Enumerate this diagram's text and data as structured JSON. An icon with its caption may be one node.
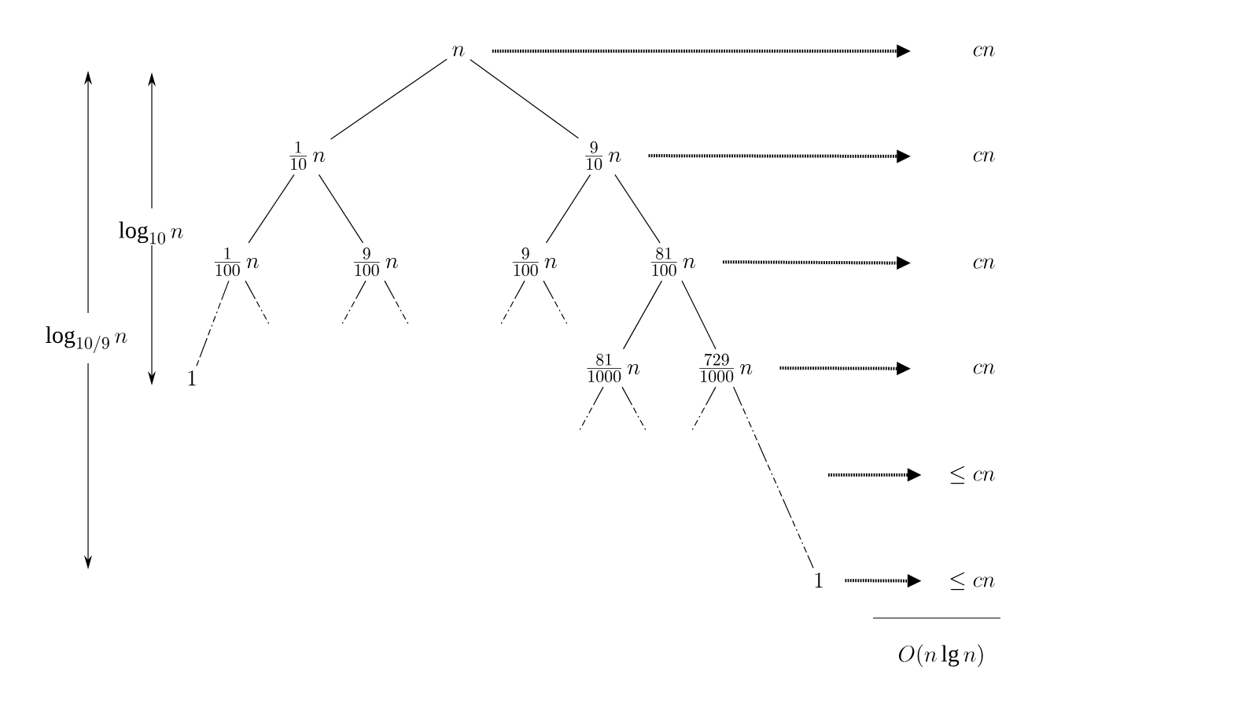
{
  "diagram": {
    "nodes": [
      {
        "text": [
          "n"
        ]
      },
      {
        "text": [
          "\\frac{1}{10}\\,n"
        ]
      },
      {
        "text": [
          "\\frac{9}{10}\\,n"
        ]
      },
      {
        "text": [
          "\\frac{1}{100}\\,n"
        ]
      },
      {
        "text": [
          "\\frac{9}{100}\\,n"
        ]
      },
      {
        "text": [
          "\\frac{9}{100}\\,n"
        ]
      },
      {
        "text": [
          "\\frac{81}{100}\\,n"
        ]
      },
      {
        "text": [
          "1"
        ]
      },
      {
        "text": [
          "\\frac{81}{1000}\\,n"
        ]
      },
      {
        "text": [
          "\\frac{729}{1000}\\,n"
        ]
      },
      {
        "text": [
          "1"
        ]
      },
      {
        "text": [
          "cn"
        ]
      },
      {
        "text": [
          "cn"
        ]
      },
      {
        "text": [
          "cn"
        ]
      },
      {
        "text": [
          "cn"
        ]
      },
      {
        "text": [
          "\\le cn"
        ]
      },
      {
        "text": [
          "\\le cn"
        ]
      }
    ],
    "edges": [
      {
        "from": 0,
        "to": 1,
        "arrow": "none"
      },
      {
        "from": 0,
        "to": 2,
        "arrow": "none"
      },
      {
        "from": 1,
        "to": 3,
        "arrow": "none"
      },
      {
        "from": 1,
        "to": 4,
        "arrow": "none"
      },
      {
        "from": 2,
        "to": 5,
        "arrow": "none"
      },
      {
        "from": 2,
        "to": 6,
        "arrow": "none"
      },
      {
        "from": 3,
        "to": 7,
        "arrow": "none",
        "style": "dashed"
      },
      {
        "from": 6,
        "to": 8,
        "arrow": "none"
      },
      {
        "from": 6,
        "to": 9,
        "arrow": "none"
      },
      {
        "from": 9,
        "to": 10,
        "arrow": "none",
        "style": "dashed"
      },
      {
        "from": 3,
        "to": null,
        "arrow": "none",
        "style": "dashed"
      },
      {
        "from": 4,
        "to": null,
        "arrow": "none",
        "style": "dashed"
      },
      {
        "from": 4,
        "to": null,
        "arrow": "none",
        "style": "dashed"
      },
      {
        "from": 5,
        "to": null,
        "arrow": "none",
        "style": "dashed"
      },
      {
        "from": 5,
        "to": null,
        "arrow": "none",
        "style": "dashed"
      },
      {
        "from": 8,
        "to": null,
        "arrow": "none",
        "style": "dashed"
      },
      {
        "from": 8,
        "to": null,
        "arrow": "none",
        "style": "dashed"
      },
      {
        "from": 9,
        "to": null,
        "arrow": "none",
        "style": "dashed"
      },
      {
        "from": 0,
        "to": 11,
        "arrow": "to",
        "style": "dashed"
      },
      {
        "from": 2,
        "to": 12,
        "arrow": "to",
        "style": "dashed"
      },
      {
        "from": 6,
        "to": 13,
        "arrow": "to",
        "style": "dashed"
      },
      {
        "from": 9,
        "to": 14,
        "arrow": "to",
        "style": "dashed"
      },
      {
        "from": null,
        "to": 15,
        "arrow": "to",
        "style": "dashed"
      },
      {
        "from": 10,
        "to": 16,
        "arrow": "to",
        "style": "dashed"
      }
    ],
    "labels": [
      "\\log_{10} n",
      "\\log_{10/9} n",
      "O(n\\lg n)"
    ]
  }
}
